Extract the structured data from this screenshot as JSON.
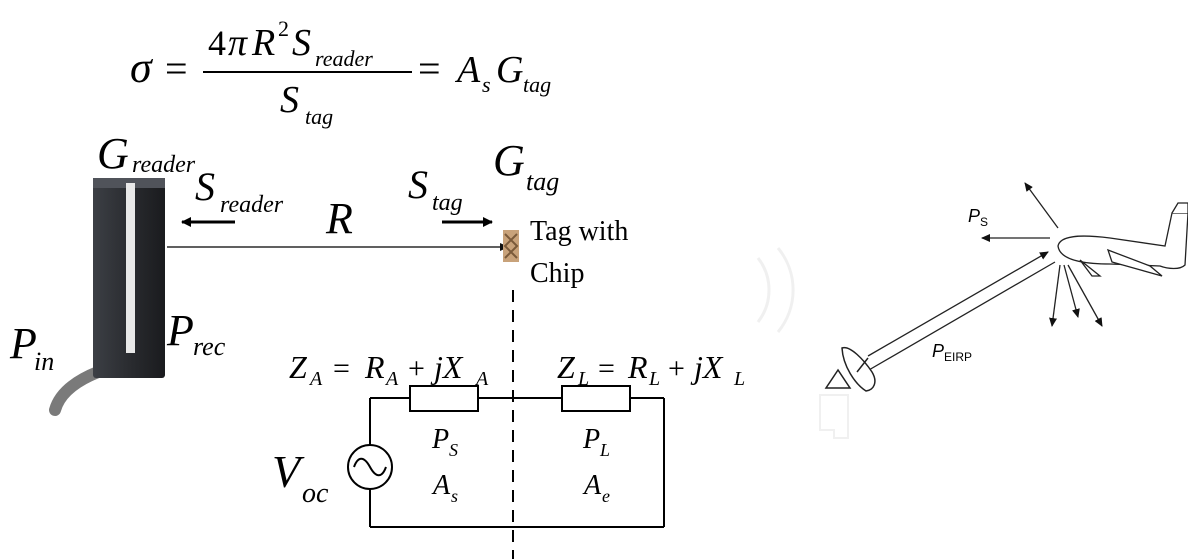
{
  "equation": {
    "sigma": "σ",
    "equals1": "=",
    "num_coef": "4",
    "num_pi": "π",
    "num_R": "R",
    "num_exp": "2",
    "num_S": "S",
    "num_S_sub": "reader",
    "den_S": "S",
    "den_S_sub": "tag",
    "equals2": "=",
    "A": "A",
    "A_sub": "s",
    "G": "G",
    "G_sub": "tag"
  },
  "reader": {
    "G": "G",
    "G_sub": "reader",
    "S": "S",
    "S_sub": "reader",
    "Pin": "P",
    "Pin_sub": "in",
    "Prec": "P",
    "Prec_sub": "rec"
  },
  "link": {
    "R": "R"
  },
  "tag": {
    "S": "S",
    "S_sub": "tag",
    "G": "G",
    "G_sub": "tag",
    "label_line1": "Tag with",
    "label_line2": "Chip"
  },
  "circuit": {
    "ZA": "Z",
    "ZA_sub": "A",
    "eq1": "=",
    "RA": "R",
    "RA_sub": "A",
    "plus1": "+",
    "jXA": "jX",
    "jXA_sub": "A",
    "ZL": "Z",
    "ZL_sub": "L",
    "eq2": "=",
    "RL": "R",
    "RL_sub": "L",
    "plus2": "+",
    "jXL": "jX",
    "jXL_sub": "L",
    "Voc": "V",
    "Voc_sub": "oc",
    "PS": "P",
    "PS_sub": "S",
    "As": "A",
    "As_sub": "s",
    "PL": "P",
    "PL_sub": "L",
    "Ae": "A",
    "Ae_sub": "e"
  },
  "radar": {
    "Ps": "P",
    "Ps_sub": "S",
    "Peirp": "P",
    "Peirp_sub": "EIRP"
  }
}
